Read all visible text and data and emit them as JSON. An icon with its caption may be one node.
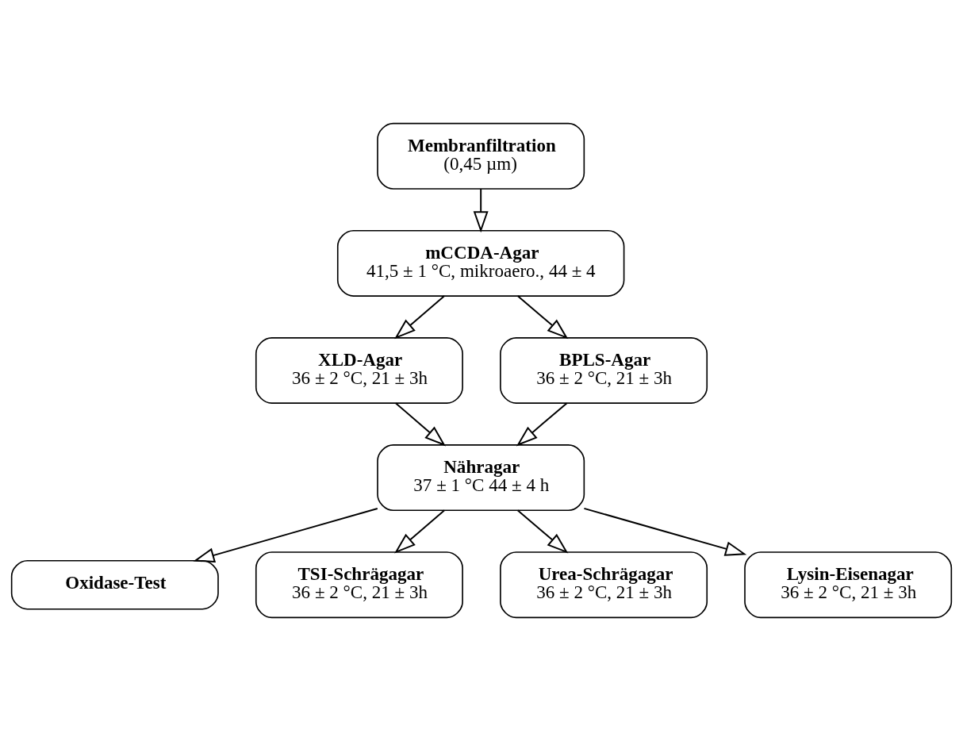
{
  "diagram": {
    "nodes": [
      {
        "text": [
          "Membranfiltration",
          "(0,45 µm)"
        ]
      },
      {
        "text": [
          "mCCDA-Agar",
          "41,5 ± 1 °C, mikroaero., 44 ± 4"
        ]
      },
      {
        "text": [
          "XLD-Agar",
          "36 ± 2 °C, 21 ± 3h"
        ]
      },
      {
        "text": [
          "BPLS-Agar",
          "36 ± 2 °C, 21 ± 3h"
        ]
      },
      {
        "text": [
          "Nähragar",
          "37 ± 1 °C 44 ± 4 h"
        ]
      },
      {
        "text": [
          "Oxidase-Test"
        ]
      },
      {
        "text": [
          "TSI-Schrägagar",
          "36 ± 2 °C, 21 ± 3h"
        ]
      },
      {
        "text": [
          "Urea-Schrägagar",
          "36 ± 2 °C, 21 ± 3h"
        ]
      },
      {
        "text": [
          "Lysin-Eisenagar",
          "36 ± 2 °C, 21 ± 3h"
        ]
      }
    ],
    "edges": [
      {
        "from": 0,
        "to": 1,
        "arrow": "to"
      },
      {
        "from": 1,
        "to": 2,
        "arrow": "to"
      },
      {
        "from": 1,
        "to": 3,
        "arrow": "to"
      },
      {
        "from": 2,
        "to": 4,
        "arrow": "to"
      },
      {
        "from": 3,
        "to": 4,
        "arrow": "to"
      },
      {
        "from": 4,
        "to": 5,
        "arrow": "to"
      },
      {
        "from": 4,
        "to": 6,
        "arrow": "to"
      },
      {
        "from": 4,
        "to": 7,
        "arrow": "to"
      },
      {
        "from": 4,
        "to": 8,
        "arrow": "to"
      }
    ]
  }
}
